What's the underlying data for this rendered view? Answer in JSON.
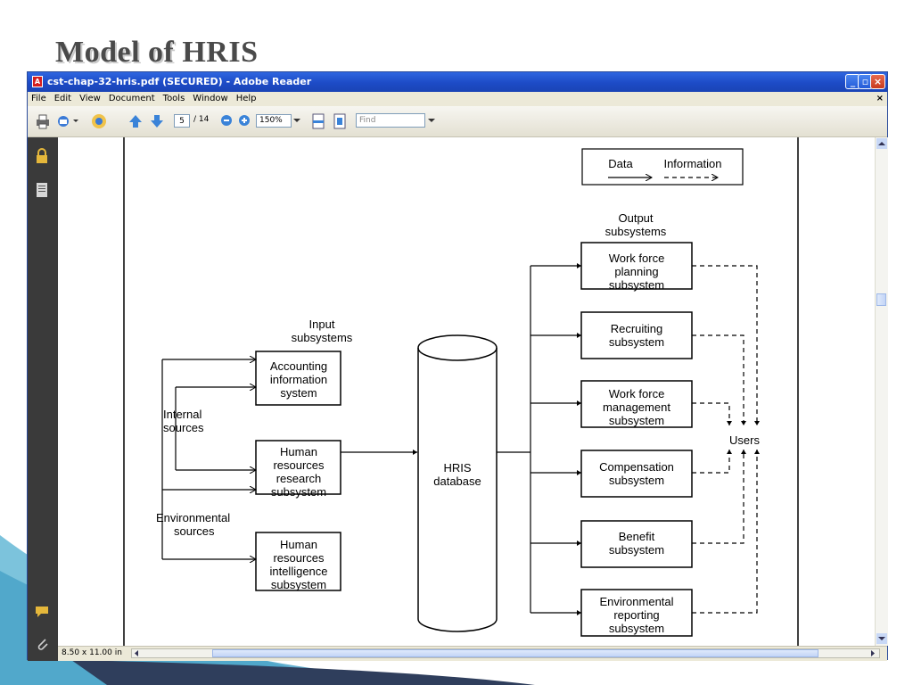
{
  "slide": {
    "title": "Model of HRIS"
  },
  "window": {
    "title": "cst-chap-32-hris.pdf (SECURED) - Adobe Reader",
    "menu": [
      "File",
      "Edit",
      "View",
      "Document",
      "Tools",
      "Window",
      "Help"
    ],
    "menu_close": "×"
  },
  "toolbar": {
    "page_current": "5",
    "page_total": "/ 14",
    "zoom": "150%",
    "find_placeholder": "Find"
  },
  "status": {
    "page_size": "8.50 x 11.00 in"
  },
  "diagram": {
    "legend": {
      "data": "Data",
      "information": "Information"
    },
    "input_header": [
      "Input",
      "subsystems"
    ],
    "output_header": [
      "Output",
      "subsystems"
    ],
    "internal_sources": [
      "Internal",
      "sources"
    ],
    "environmental_sources": [
      "Environmental",
      "sources"
    ],
    "inputs": [
      [
        "Accounting",
        "information",
        "system"
      ],
      [
        "Human",
        "resources",
        "research",
        "subsystem"
      ],
      [
        "Human",
        "resources",
        "intelligence",
        "subsystem"
      ]
    ],
    "database": [
      "HRIS",
      "database"
    ],
    "outputs": [
      [
        "Work force",
        "planning",
        "subsystem"
      ],
      [
        "Recruiting",
        "subsystem"
      ],
      [
        "Work force",
        "management",
        "subsystem"
      ],
      [
        "Compensation",
        "subsystem"
      ],
      [
        "Benefit",
        "subsystem"
      ],
      [
        "Environmental",
        "reporting",
        "subsystem"
      ]
    ],
    "users": "Users"
  },
  "colors": {
    "titlebar": "#1d4bc6",
    "chrome": "#ece9d8",
    "leftpanel": "#3a3a3a",
    "accent": "#4aa3c8"
  }
}
